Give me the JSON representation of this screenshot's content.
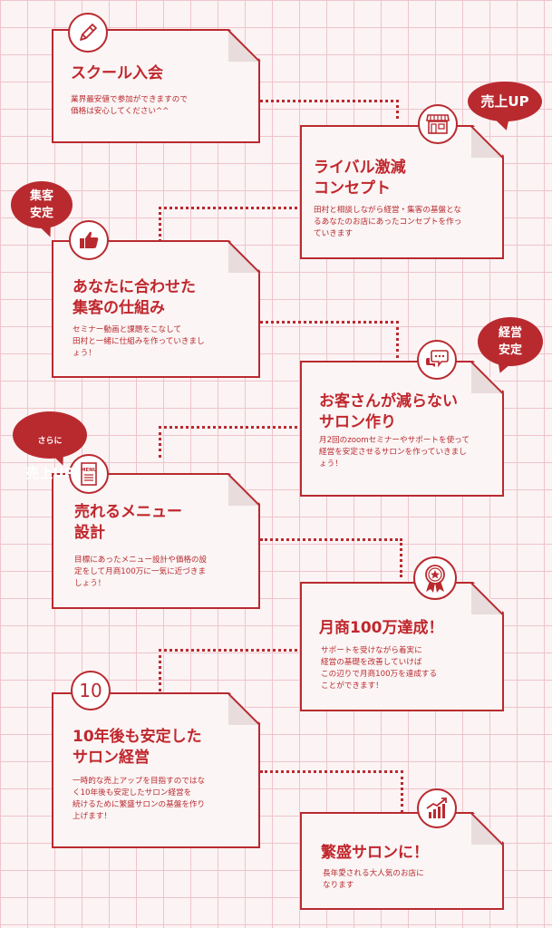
{
  "steps": [
    {
      "title": "スクール入会",
      "desc": "業界最安値で参加ができますので\n価格は安心してください^^"
    },
    {
      "title": "ライバル激減\nコンセプト",
      "desc": "田村と相談しながら経営・集客の基盤とな\nるあなたのお店にあったコンセプトを作っ\nていきます"
    },
    {
      "title": "あなたに合わせた\n集客の仕組み",
      "desc": "セミナー動画と課題をこなして\n田村と一緒に仕組みを作っていきまし\nょう！"
    },
    {
      "title": "お客さんが減らない\nサロン作り",
      "desc": "月2回のzoomセミナーやサポートを使って\n経営を安定させるサロンを作っていきまし\nょう！"
    },
    {
      "title": "売れるメニュー\n設計",
      "desc": "目標にあったメニュー設計や価格の設\n定をして月商100万に一気に近づきま\nしょう！"
    },
    {
      "title": "月商100万達成！",
      "desc": "サポートを受けながら着実に\n経営の基礎を改善していけば\nこの辺りで月商100万を達成する\nことができます！"
    },
    {
      "title": "10年後も安定した\nサロン経営",
      "desc": "一時的な売上アップを目指すのではな\nく10年後も安定したサロン経営を\n続けるために繁盛サロンの基盤を作り\n上げます！"
    },
    {
      "title": "繁盛サロンに！",
      "desc": "長年愛される大人気のお店に\nなります"
    }
  ],
  "badges": {
    "sales_up": "売上UP",
    "acquisition": "集客\n安定",
    "management": "経営\n安定",
    "more_small": "さらに",
    "more_sales": "売上UP"
  },
  "icons": {
    "step1": "pencil-icon",
    "step2": "storefront-icon",
    "step3": "thumbs-up-icon",
    "step4": "chat-bubbles-icon",
    "step5": "menu-icon",
    "step6": "award-medal-icon",
    "step7": "number-10-icon",
    "step8": "growth-chart-icon"
  },
  "icon_text": {
    "menu": "MENU",
    "ten": "10"
  },
  "colors": {
    "accent": "#b92a2f",
    "card": "#fbf5f5",
    "grid": "#efc4cc"
  }
}
